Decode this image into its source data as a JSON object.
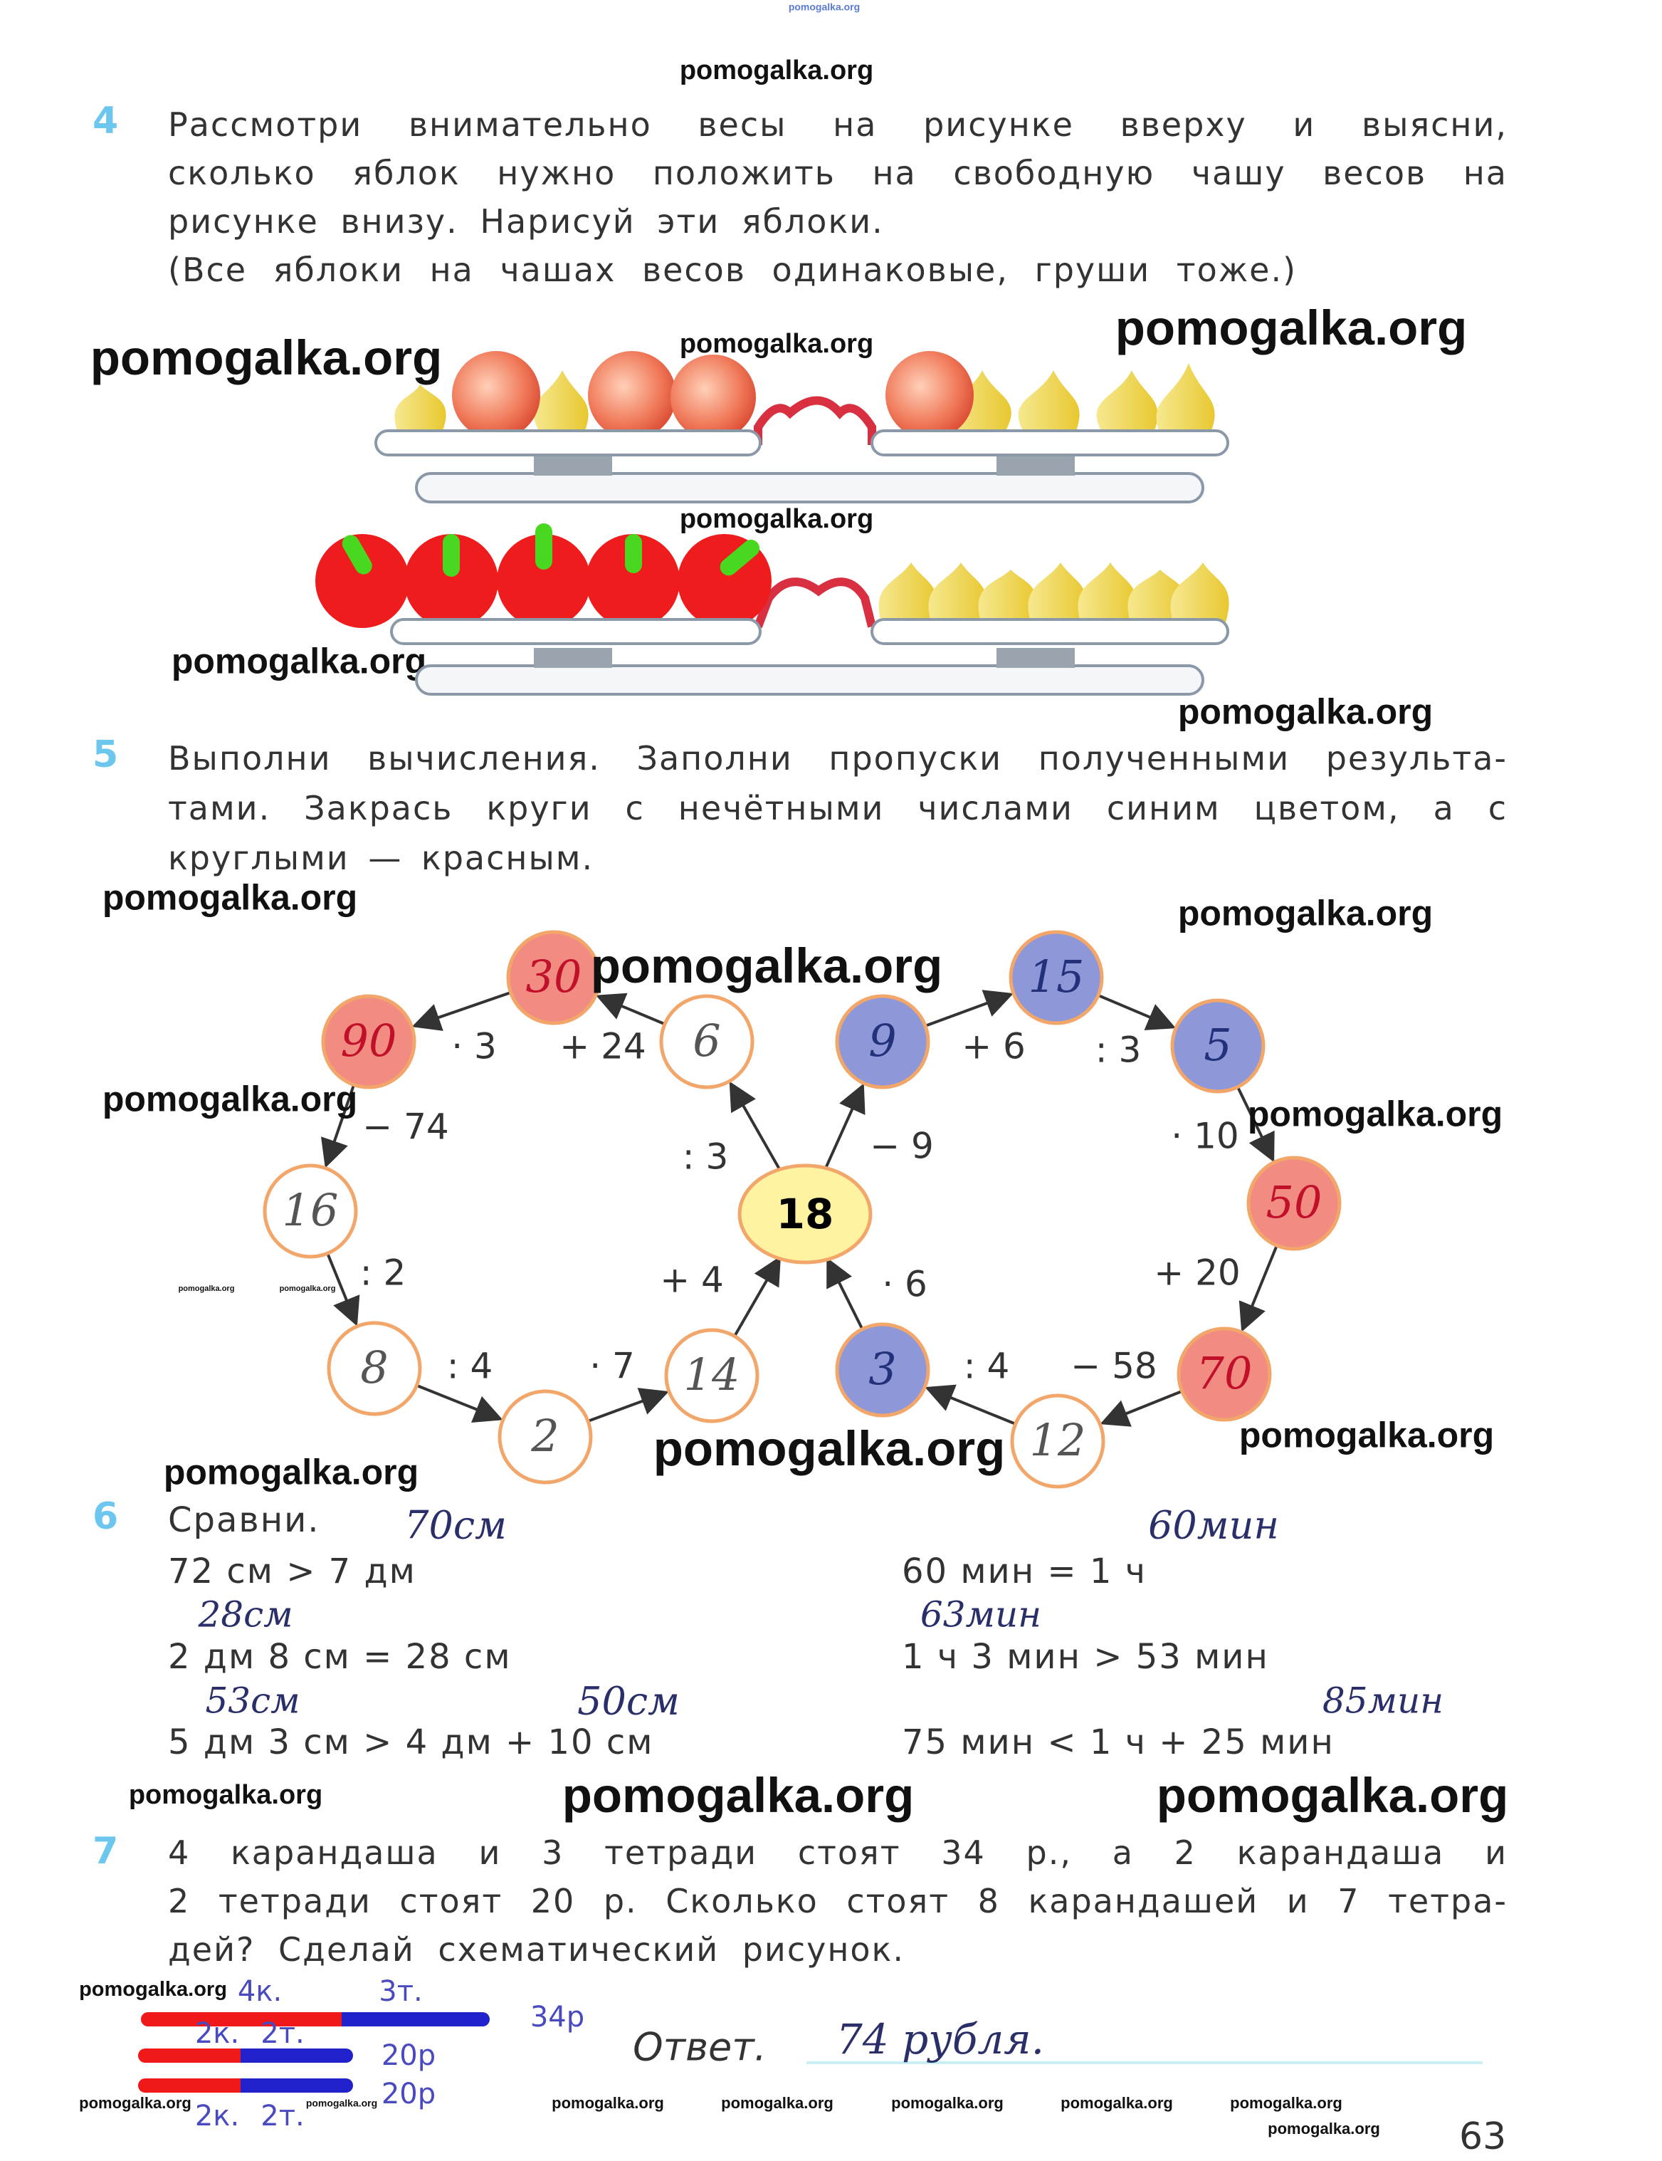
{
  "watermark": "pomogalka.org",
  "task4": {
    "number": "4",
    "lines": [
      "Рассмотри внимательно весы на рисунке вверху и выясни,",
      "сколько яблок нужно положить на свободную чашу весов на",
      "рисунке внизу. Нарисуй эти яблоки.",
      "(Все яблоки на чашах весов одинаковые, груши тоже.)"
    ]
  },
  "task5": {
    "number": "5",
    "lines": [
      "Выполни вычисления. Заполни пропуски полученными результа-",
      "тами. Закрась круги с нечётными числами синим цветом, а с",
      "круглыми — красным."
    ],
    "colors": {
      "red": "#f28b82",
      "blue": "#8e98d8",
      "white": "#ffffff",
      "border": "#f2a66a",
      "center": "#fff2a0"
    },
    "nodes": [
      {
        "value": "30",
        "color": "red"
      },
      {
        "value": "90",
        "color": "red"
      },
      {
        "value": "6",
        "color": "white"
      },
      {
        "value": "16",
        "color": "white"
      },
      {
        "value": "8",
        "color": "white"
      },
      {
        "value": "2",
        "color": "white"
      },
      {
        "value": "14",
        "color": "white"
      },
      {
        "value": "18",
        "color": "center"
      },
      {
        "value": "9",
        "color": "blue"
      },
      {
        "value": "15",
        "color": "blue"
      },
      {
        "value": "5",
        "color": "blue"
      },
      {
        "value": "50",
        "color": "red"
      },
      {
        "value": "70",
        "color": "red"
      },
      {
        "value": "12",
        "color": "white"
      },
      {
        "value": "3",
        "color": "blue"
      }
    ],
    "operations": [
      "· 3",
      "+ 24",
      "− 74",
      ": 3",
      "− 9",
      "+ 6",
      ": 3",
      "· 10",
      ": 2",
      "+ 4",
      "· 6",
      "+ 20",
      ": 4",
      "· 7",
      ": 4",
      "− 58"
    ]
  },
  "task6": {
    "number": "6",
    "title": "Сравни.",
    "left": [
      "72 см > 7 дм",
      "2 дм 8 см = 28 см",
      "5 дм 3 см > 4 дм + 10 см"
    ],
    "right": [
      "60 мин = 1 ч",
      "1 ч 3 мин > 53 мин",
      "75 мин < 1 ч + 25 мин"
    ],
    "handwritten": [
      "70см",
      "28см",
      "53см",
      "50см",
      "60мин",
      "63мин",
      "85мин"
    ]
  },
  "task7": {
    "number": "7",
    "lines": [
      "4 карандаша и 3 тетради стоят 34 р., а 2 карандаша и",
      "2 тетради стоят 20 р. Сколько стоят 8 карандашей и 7 тетра-",
      "дей? Сделай схематический рисунок."
    ],
    "diagram": {
      "bar1_top": [
        "4к.",
        "3т."
      ],
      "bar1_total": "34р",
      "bar2_labels": [
        "2к.",
        "2т."
      ],
      "bar2_total": "20р",
      "bar3_total": "20р",
      "bar3_labels": [
        "2к.",
        "2т."
      ]
    },
    "answer_label": "Ответ.",
    "answer_value": "74 рубля."
  },
  "page_number": "63"
}
